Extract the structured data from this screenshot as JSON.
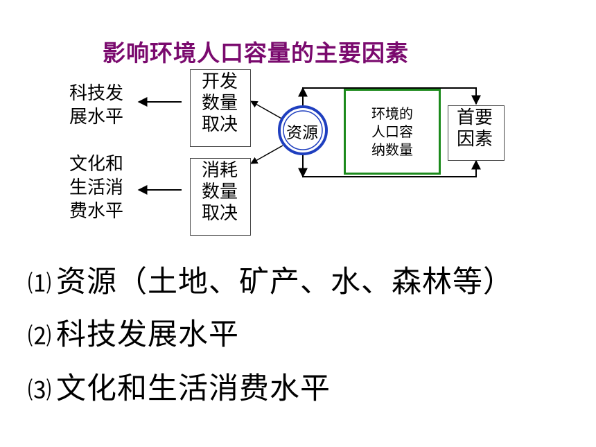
{
  "title": "影响环境人口容量的主要因素",
  "left_labels": {
    "tech": [
      "科技发",
      "展水平"
    ],
    "culture": [
      "文化和",
      "生活消",
      "费水平"
    ]
  },
  "boxes": {
    "develop": [
      "开发",
      "数量",
      "取决"
    ],
    "consume": [
      "消耗",
      "数量",
      "取决"
    ],
    "capacity": [
      "环境的",
      "人口容",
      "纳数量"
    ],
    "primary": [
      "首要",
      "因素"
    ]
  },
  "resource_circle": "资源",
  "list": [
    {
      "num": "⑴",
      "text": "资源（土地、矿产、水、森林等）"
    },
    {
      "num": "⑵",
      "text": "科技发展水平"
    },
    {
      "num": "⑶",
      "text": "文化和生活消费水平"
    }
  ],
  "colors": {
    "title": "#7a0a6e",
    "circle_outer": "#1f3fbf",
    "capacity_border": "#1c8a1c"
  }
}
